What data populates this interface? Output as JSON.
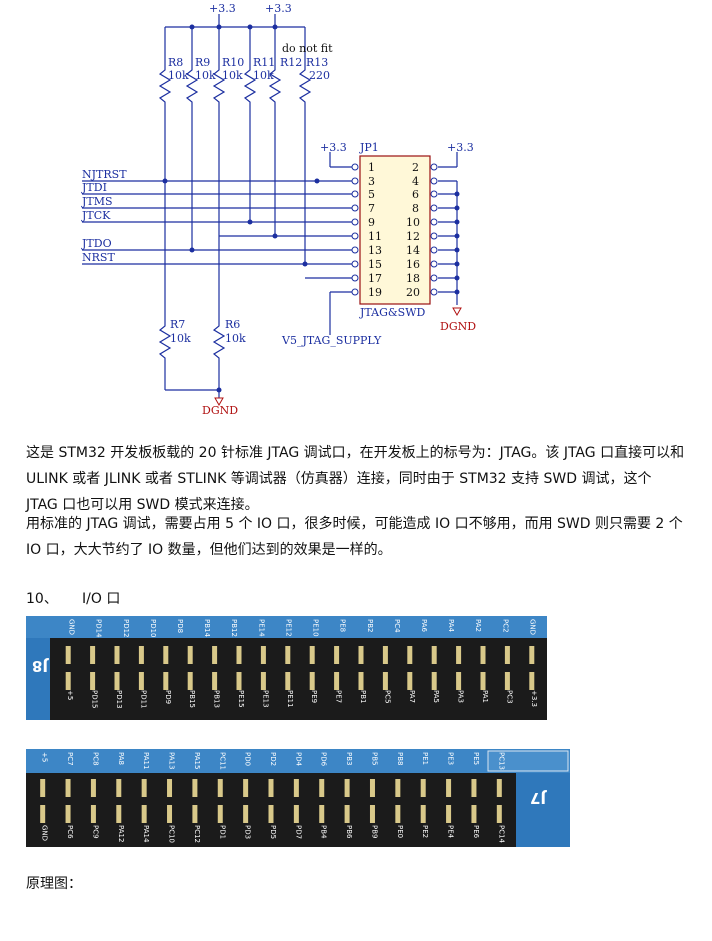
{
  "schematic": {
    "power_labels": [
      "+3.3",
      "+3.3",
      "+3.3",
      "+3.3"
    ],
    "resistors_top": [
      {
        "ref": "R8",
        "value": "10k"
      },
      {
        "ref": "R9",
        "value": "10k"
      },
      {
        "ref": "R10",
        "value": "10k"
      },
      {
        "ref": "R11",
        "value": "10k"
      },
      {
        "ref": "R12",
        "value": ""
      },
      {
        "ref": "R13",
        "value": "220"
      }
    ],
    "do_not_fit": "do not fit",
    "resistors_bottom": [
      {
        "ref": "R7",
        "value": "10k"
      },
      {
        "ref": "R6",
        "value": "10k"
      }
    ],
    "signals": [
      "NJTRST",
      "JTDI",
      "JTMS",
      "JTCK",
      "JTDO",
      "NRST"
    ],
    "connector": {
      "ref": "JP1",
      "name": "JTAG&SWD",
      "left_pins": [
        "1",
        "3",
        "5",
        "7",
        "9",
        "11",
        "13",
        "15",
        "17",
        "19"
      ],
      "right_pins": [
        "2",
        "4",
        "6",
        "8",
        "10",
        "12",
        "14",
        "16",
        "18",
        "20"
      ]
    },
    "supply_net": "V5_JTAG_SUPPLY",
    "ground_labels": [
      "DGND",
      "DGND"
    ]
  },
  "paragraphs": [
    "这是 STM32 开发板板载的 20 针标准 JTAG 调试口，在开发板上的标号为：JTAG。该 JTAG 口直接可以和 ULINK 或者 JLINK 或者 STLINK 等调试器（仿真器）连接，同时由于 STM32 支持 SWD 调试，这个 JTAG 口也可以用 SWD 模式来连接。",
    "用标准的 JTAG 调试，需要占用 5 个 IO 口，很多时候，可能造成 IO 口不够用，而用 SWD 则只需要 2 个 IO 口，大大节约了 IO 数量，但他们达到的效果是一样的。"
  ],
  "section": {
    "number": "10、",
    "title": "I/O 口"
  },
  "photos": {
    "top": {
      "connector_label": "J8",
      "top_pins": [
        "GND",
        "PD14",
        "PD12",
        "PD10",
        "PD8",
        "PB14",
        "PB12",
        "PE14",
        "PE12",
        "PE10",
        "PE8",
        "PB2",
        "PC4",
        "PA6",
        "PA4",
        "PA2",
        "PC2",
        "GND"
      ],
      "bottom_pins": [
        "+5",
        "PD15",
        "PD13",
        "PD11",
        "PD9",
        "PB15",
        "PB13",
        "PE15",
        "PE13",
        "PE11",
        "PE9",
        "PE7",
        "PB1",
        "PC5",
        "PA7",
        "PA5",
        "PA3",
        "PA1",
        "PC3",
        "+3.3"
      ]
    },
    "bottom": {
      "connector_label": "J7",
      "top_pins": [
        "+5",
        "PC7",
        "PC8",
        "PA8",
        "PA11",
        "PA13",
        "PA15",
        "PC11",
        "PD0",
        "PD2",
        "PD4",
        "PD6",
        "PB3",
        "PB5",
        "PB8",
        "PE1",
        "PE3",
        "PE5",
        "PC13"
      ],
      "bottom_pins": [
        "GND",
        "PC6",
        "PC9",
        "PA12",
        "PA14",
        "PC10",
        "PC12",
        "PD1",
        "PD3",
        "PD5",
        "PD7",
        "PB4",
        "PB6",
        "PB9",
        "PE0",
        "PE2",
        "PE4",
        "PE6",
        "PC14"
      ]
    },
    "colors": {
      "board": "#2a6fb0",
      "header": "#1a1a1a",
      "pin": "#d9c98a"
    }
  },
  "footer_label": "原理图："
}
